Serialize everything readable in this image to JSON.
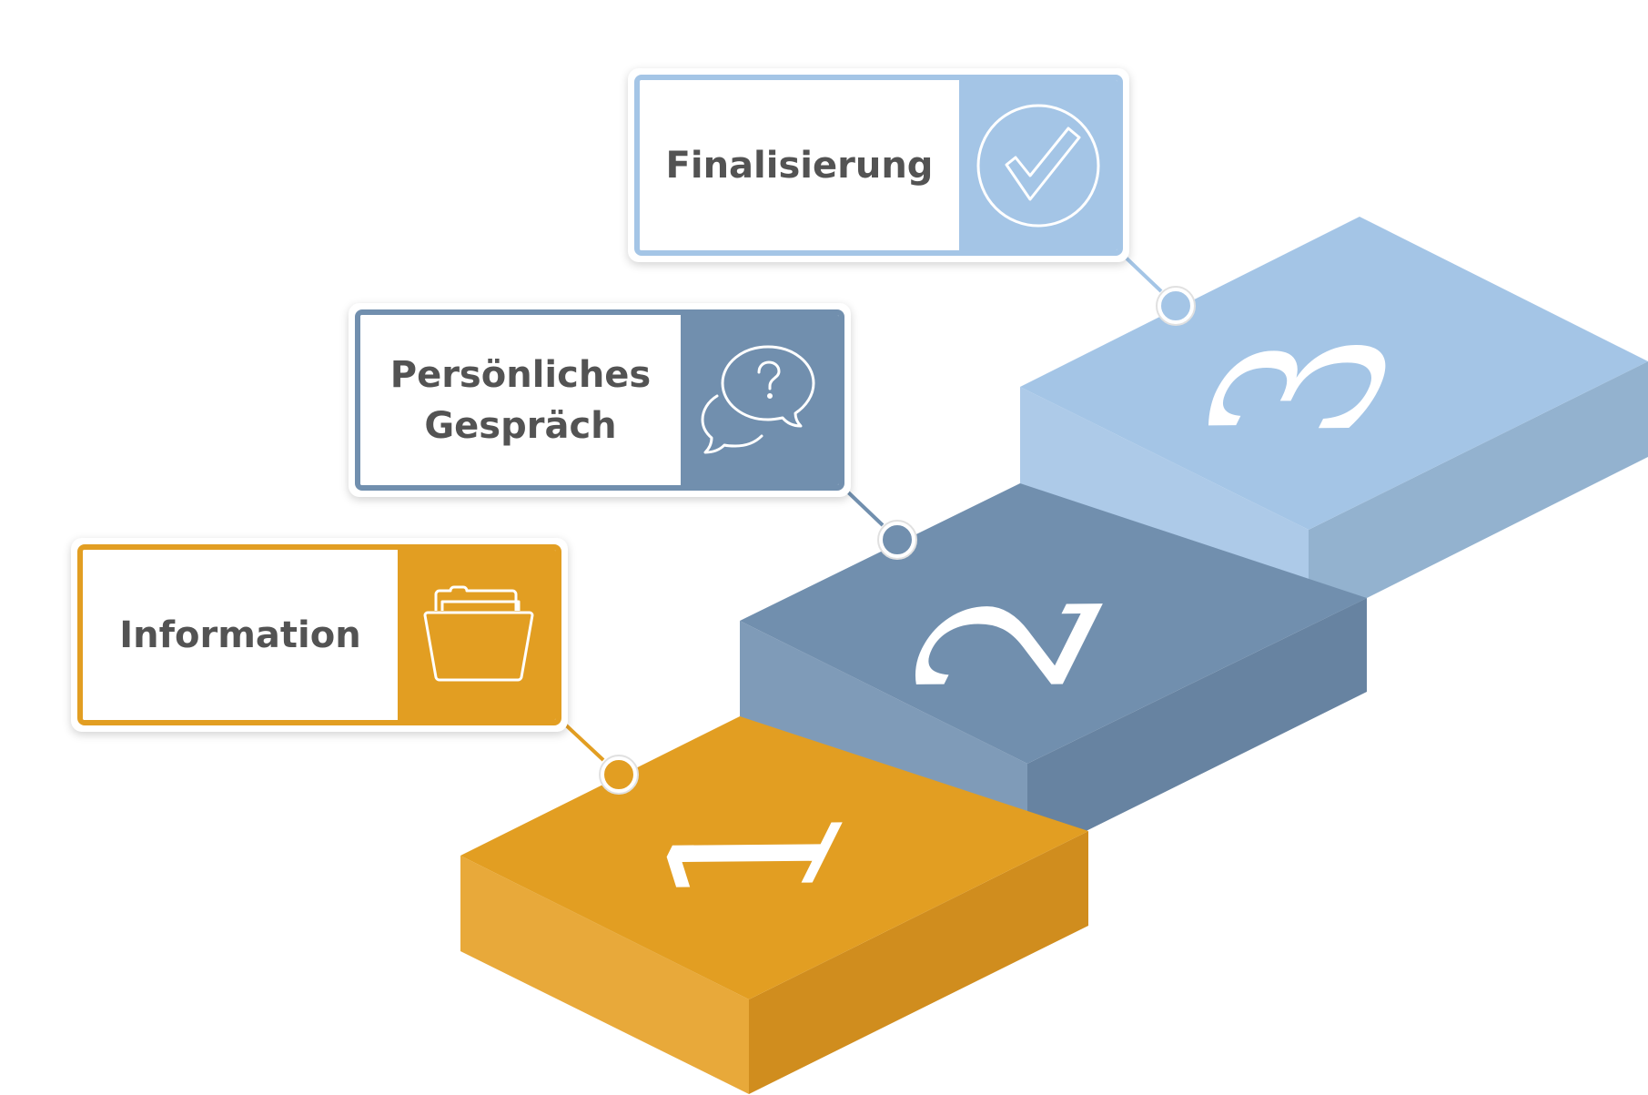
{
  "colors": {
    "step1": "#E29E22",
    "step2": "#718FAE",
    "step3": "#A4C5E6",
    "label_text": "#535353"
  },
  "steps": [
    {
      "number": "1",
      "label": "Information",
      "icon": "folder-icon",
      "color": "#E29E22"
    },
    {
      "number": "2",
      "label_lines": [
        "Persönliches",
        "Gespräch"
      ],
      "icon": "speech-bubbles-question-icon",
      "color": "#718FAE"
    },
    {
      "number": "3",
      "label": "Finalisierung",
      "icon": "checkmark-circle-icon",
      "color": "#A4C5E6"
    }
  ]
}
